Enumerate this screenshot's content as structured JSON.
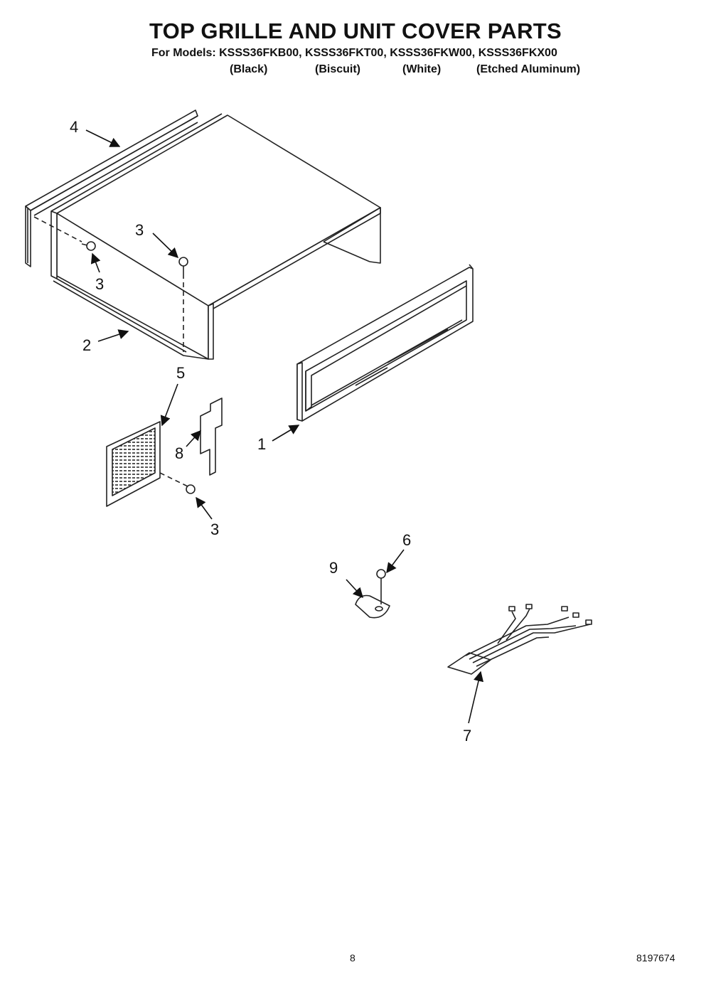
{
  "header": {
    "title": "TOP GRILLE AND UNIT COVER PARTS",
    "models_line": "For Models: KSSS36FKB00, KSSS36FKT00, KSSS36FKW00, KSSS36FKX00",
    "colors": [
      "(Black)",
      "(Biscuit)",
      "(White)",
      "(Etched Aluminum)"
    ]
  },
  "callouts": [
    "4",
    "3",
    "3",
    "2",
    "5",
    "8",
    "1",
    "3",
    "6",
    "9",
    "7"
  ],
  "footer": {
    "page_number": "8",
    "document_number": "8197674"
  }
}
